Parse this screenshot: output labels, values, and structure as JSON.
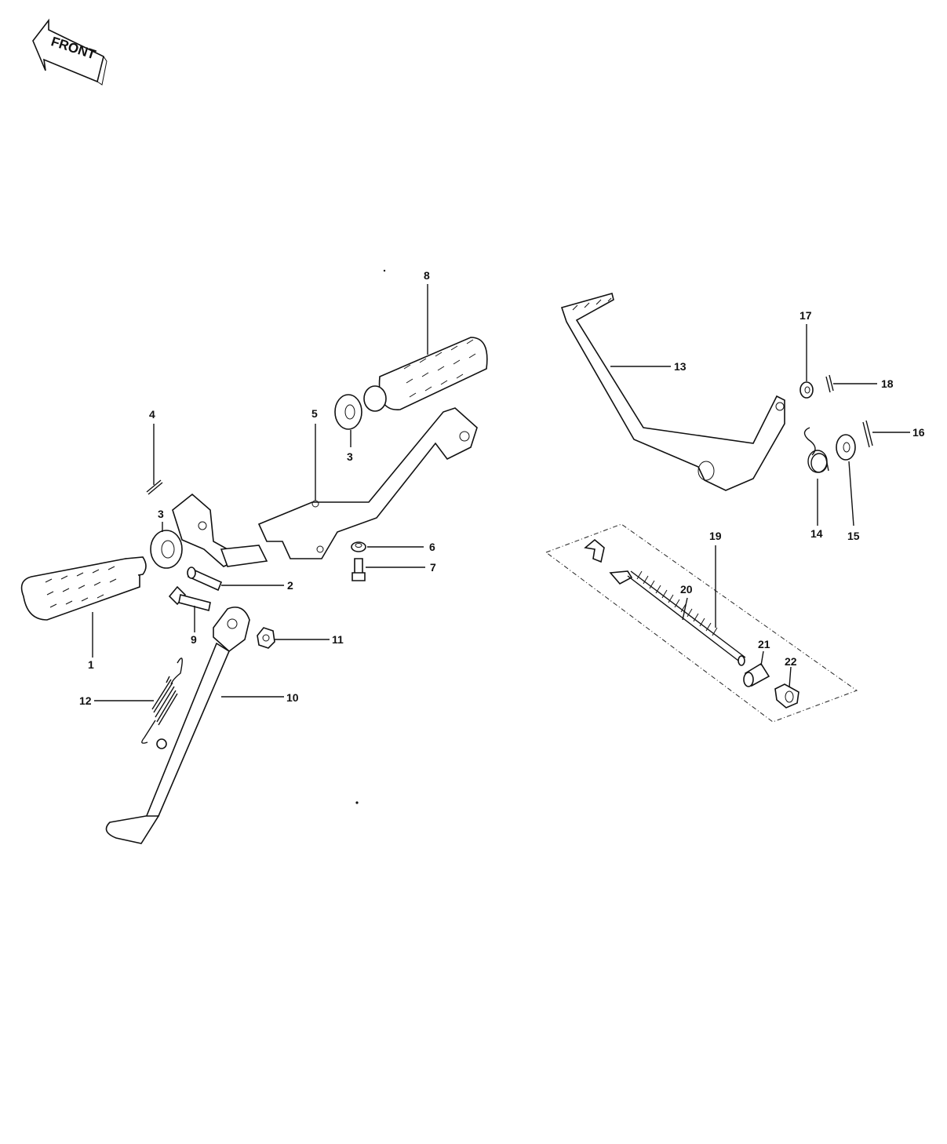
{
  "front_arrow": {
    "label": "FRONT"
  },
  "callouts": [
    {
      "id": "c1",
      "label": "1"
    },
    {
      "id": "c2",
      "label": "2"
    },
    {
      "id": "c3a",
      "label": "3"
    },
    {
      "id": "c3b",
      "label": "3"
    },
    {
      "id": "c4",
      "label": "4"
    },
    {
      "id": "c5",
      "label": "5"
    },
    {
      "id": "c6",
      "label": "6"
    },
    {
      "id": "c7",
      "label": "7"
    },
    {
      "id": "c8",
      "label": "8"
    },
    {
      "id": "c9",
      "label": "9"
    },
    {
      "id": "c10",
      "label": "10"
    },
    {
      "id": "c11",
      "label": "11"
    },
    {
      "id": "c12",
      "label": "12"
    },
    {
      "id": "c13",
      "label": "13"
    },
    {
      "id": "c14",
      "label": "14"
    },
    {
      "id": "c15",
      "label": "15"
    },
    {
      "id": "c16",
      "label": "16"
    },
    {
      "id": "c17",
      "label": "17"
    },
    {
      "id": "c18",
      "label": "18"
    },
    {
      "id": "c19",
      "label": "19"
    },
    {
      "id": "c20",
      "label": "20"
    },
    {
      "id": "c21",
      "label": "21"
    },
    {
      "id": "c22",
      "label": "22"
    }
  ]
}
